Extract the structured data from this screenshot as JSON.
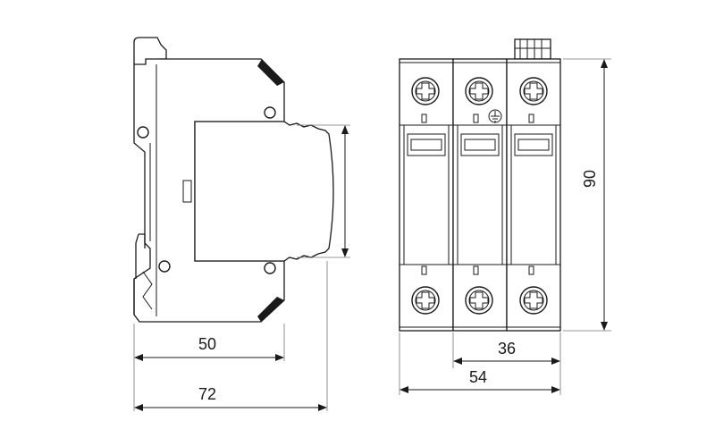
{
  "dimensions": {
    "side_inner_width": "50",
    "side_total_width": "72",
    "front_inner_width": "36",
    "front_total_width": "54",
    "height": "90"
  },
  "colors": {
    "line": "#1a1a1a",
    "background": "#ffffff"
  }
}
